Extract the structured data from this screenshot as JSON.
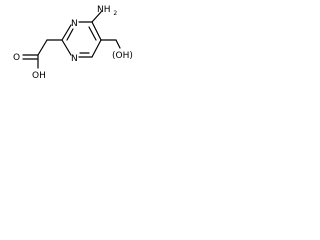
{
  "molecule": {
    "labels": {
      "n_top": "N",
      "n_bottom": "N",
      "amino": "NH",
      "amino_sub": "2",
      "hydroxyl": "(OH)",
      "carbonyl_o": "O",
      "acid_oh": "OH"
    },
    "colors": {
      "bond": "#000000",
      "text": "#000000",
      "background": "#ffffff"
    }
  }
}
